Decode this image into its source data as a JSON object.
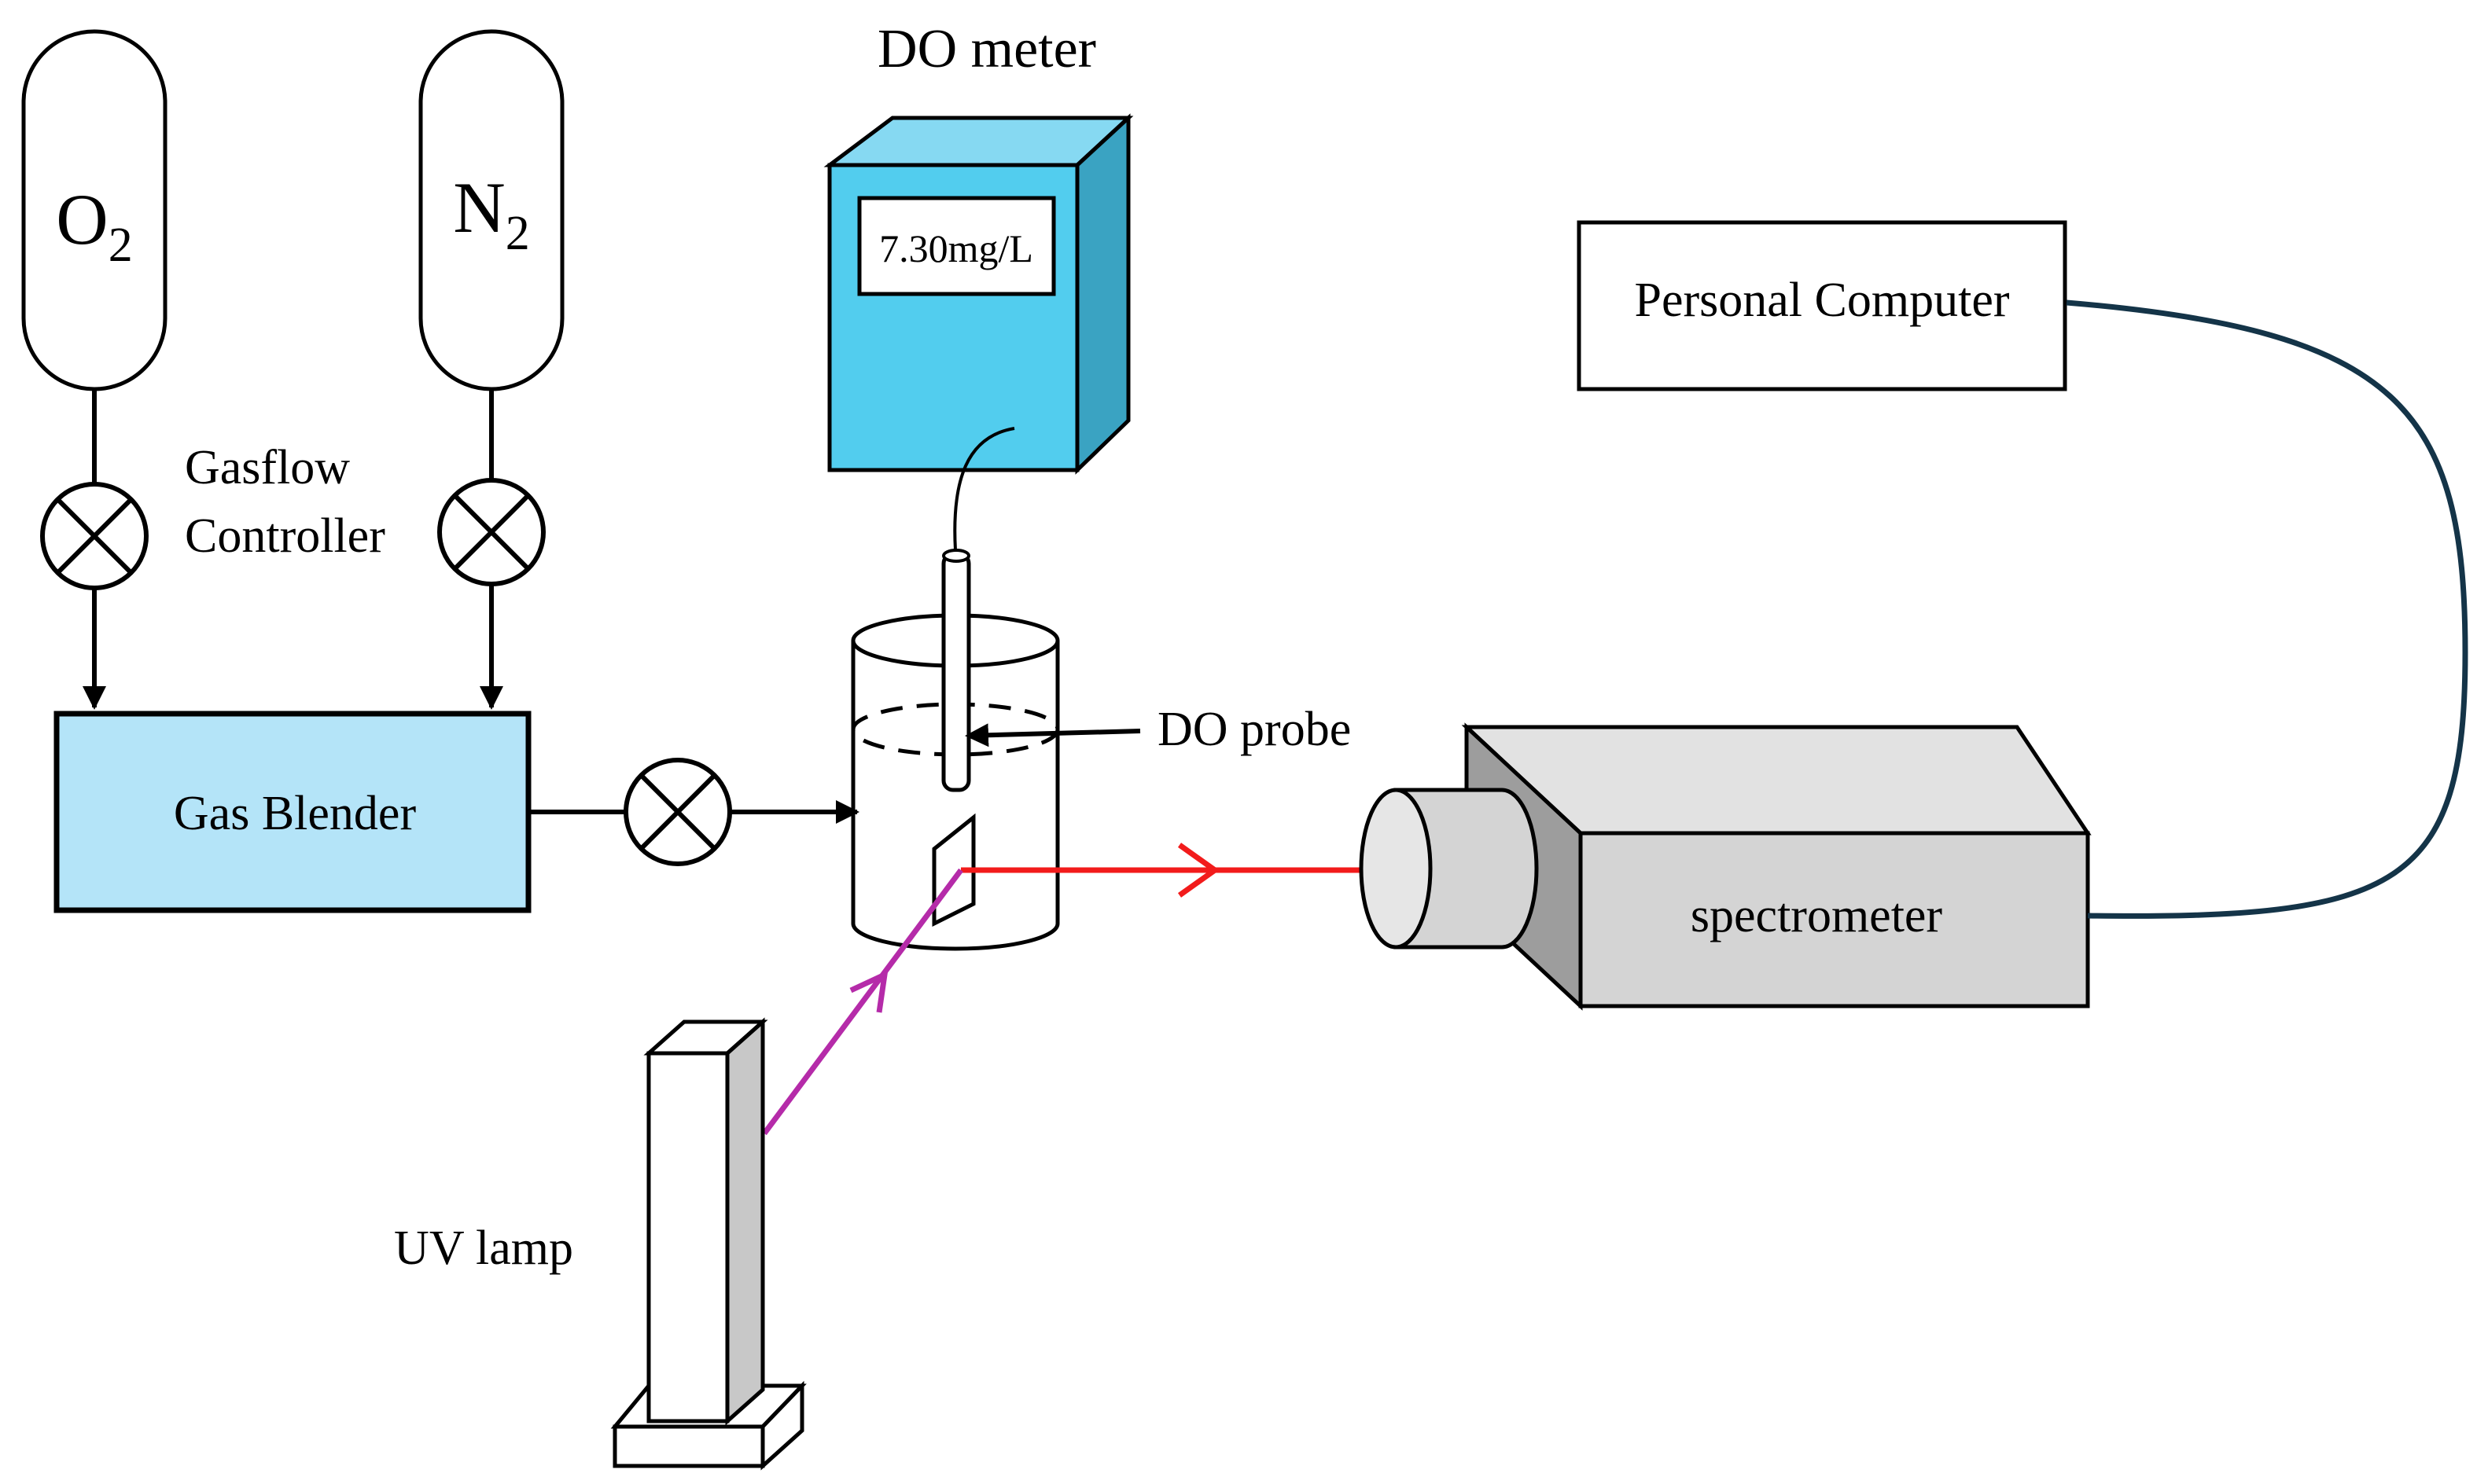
{
  "cylinders": {
    "o2": {
      "symbol": "O",
      "subscript": "2"
    },
    "n2": {
      "symbol": "N",
      "subscript": "2"
    }
  },
  "gasflow_controller_label": [
    "Gasflow",
    "Controller"
  ],
  "gas_blender_label": "Gas Blender",
  "do_meter": {
    "title": "DO meter",
    "reading": "7.30mg/L"
  },
  "do_probe_label": "DO probe",
  "personal_computer_label": "Personal Computer",
  "spectrometer_label": "spectrometer",
  "uv_lamp_label": "UV lamp",
  "colors": {
    "gas_blender_fill": "#b4e4f8",
    "do_meter_front": "#52cdee",
    "do_meter_top": "#86d9f2",
    "do_meter_side": "#3aa3c2",
    "spectrometer_front": "#d4d4d4",
    "spectrometer_top": "#e2e2e2",
    "spectrometer_side": "#9d9d9d",
    "lamp_side": "#c8c8c8",
    "light_red": "#f21b1b",
    "light_uv": "#b52ba9",
    "cable": "#143448"
  }
}
